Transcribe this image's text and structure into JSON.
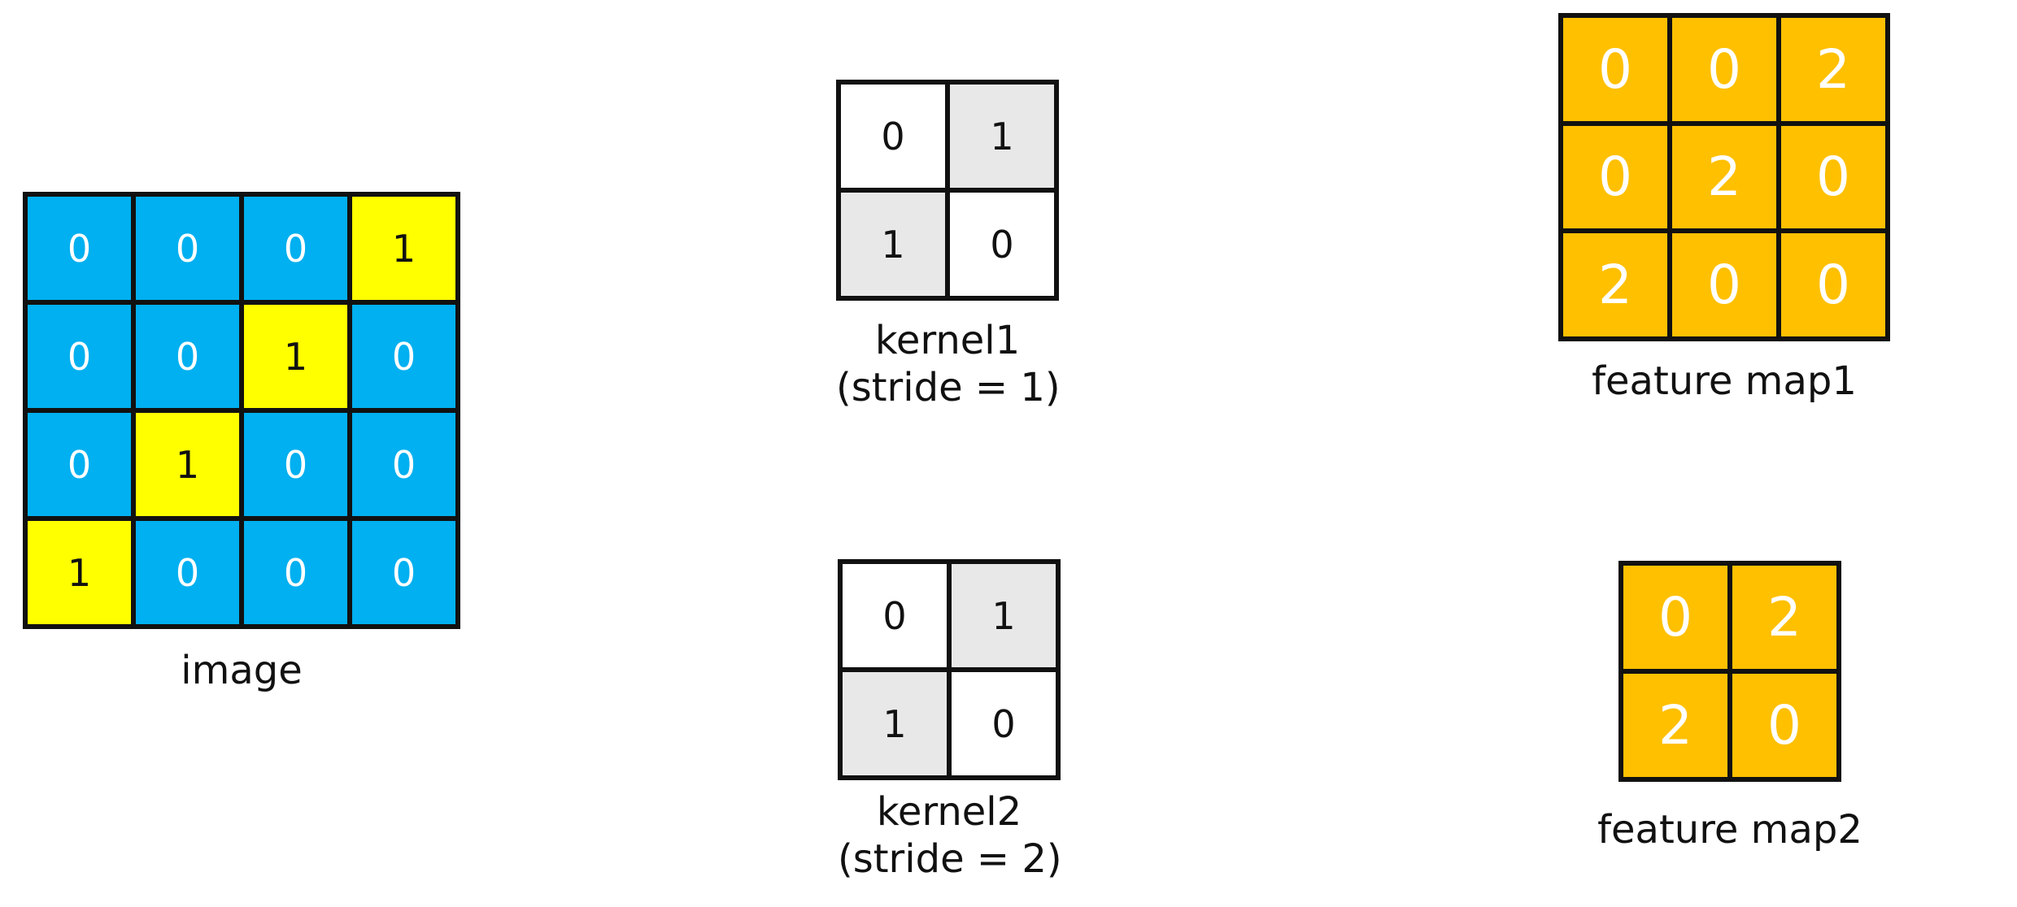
{
  "colors": {
    "image_bg": "#00b0f0",
    "image_highlight": "#ffff00",
    "kernel_light": "#ffffff",
    "kernel_shaded": "#e8e8e8",
    "feature_map": "#ffc000",
    "border": "#111111"
  },
  "image": {
    "caption": "image",
    "values": [
      [
        "0",
        "0",
        "0",
        "1"
      ],
      [
        "0",
        "0",
        "1",
        "0"
      ],
      [
        "0",
        "1",
        "0",
        "0"
      ],
      [
        "1",
        "0",
        "0",
        "0"
      ]
    ]
  },
  "kernel1": {
    "caption_line1": "kernel1",
    "caption_line2": "(stride = 1)",
    "values": [
      [
        "0",
        "1"
      ],
      [
        "1",
        "0"
      ]
    ]
  },
  "kernel2": {
    "caption_line1": "kernel2",
    "caption_line2": "(stride = 2)",
    "values": [
      [
        "0",
        "1"
      ],
      [
        "1",
        "0"
      ]
    ]
  },
  "feature_map1": {
    "caption": "feature map1",
    "values": [
      [
        "0",
        "0",
        "2"
      ],
      [
        "0",
        "2",
        "0"
      ],
      [
        "2",
        "0",
        "0"
      ]
    ]
  },
  "feature_map2": {
    "caption": "feature map2",
    "values": [
      [
        "0",
        "2"
      ],
      [
        "2",
        "0"
      ]
    ]
  }
}
